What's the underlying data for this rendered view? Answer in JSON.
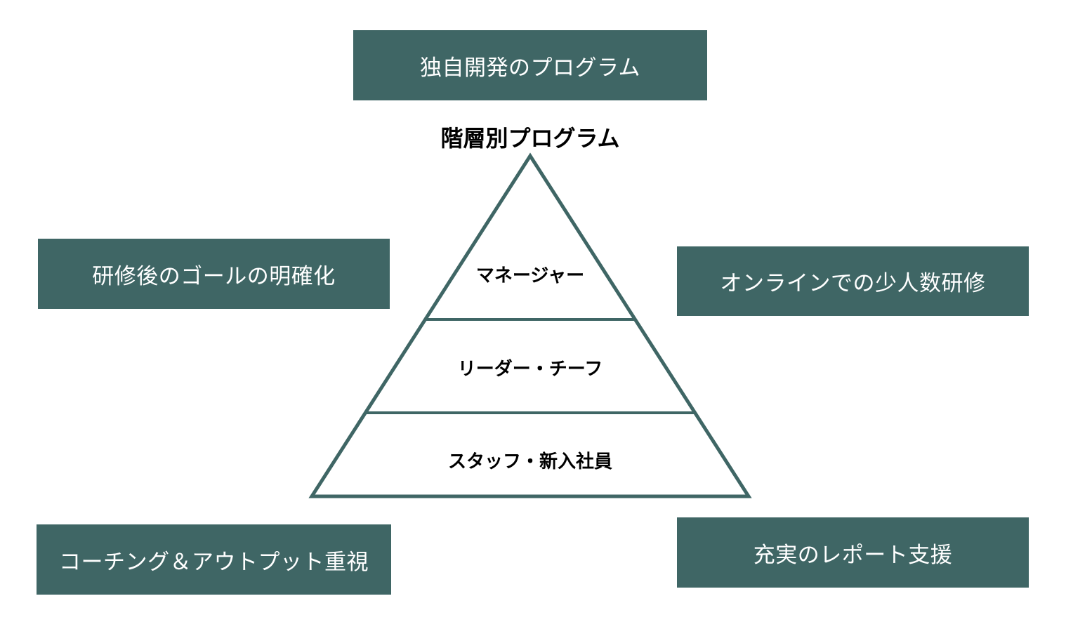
{
  "feature_boxes": {
    "top": "独自開発のプログラム",
    "left_middle": "研修後のゴールの明確化",
    "right_middle": "オンラインでの少人数研修",
    "left_bottom": "コーチング＆アウトプット重視",
    "right_bottom": "充実のレポート支援"
  },
  "pyramid": {
    "title": "階層別プログラム",
    "tiers": {
      "top": "マネージャー",
      "middle": "リーダー・チーフ",
      "bottom": "スタッフ・新入社員"
    }
  },
  "colors": {
    "box_fill": "#3f6665",
    "pyramid_stroke": "#3f6665",
    "box_text": "#ffffff"
  }
}
